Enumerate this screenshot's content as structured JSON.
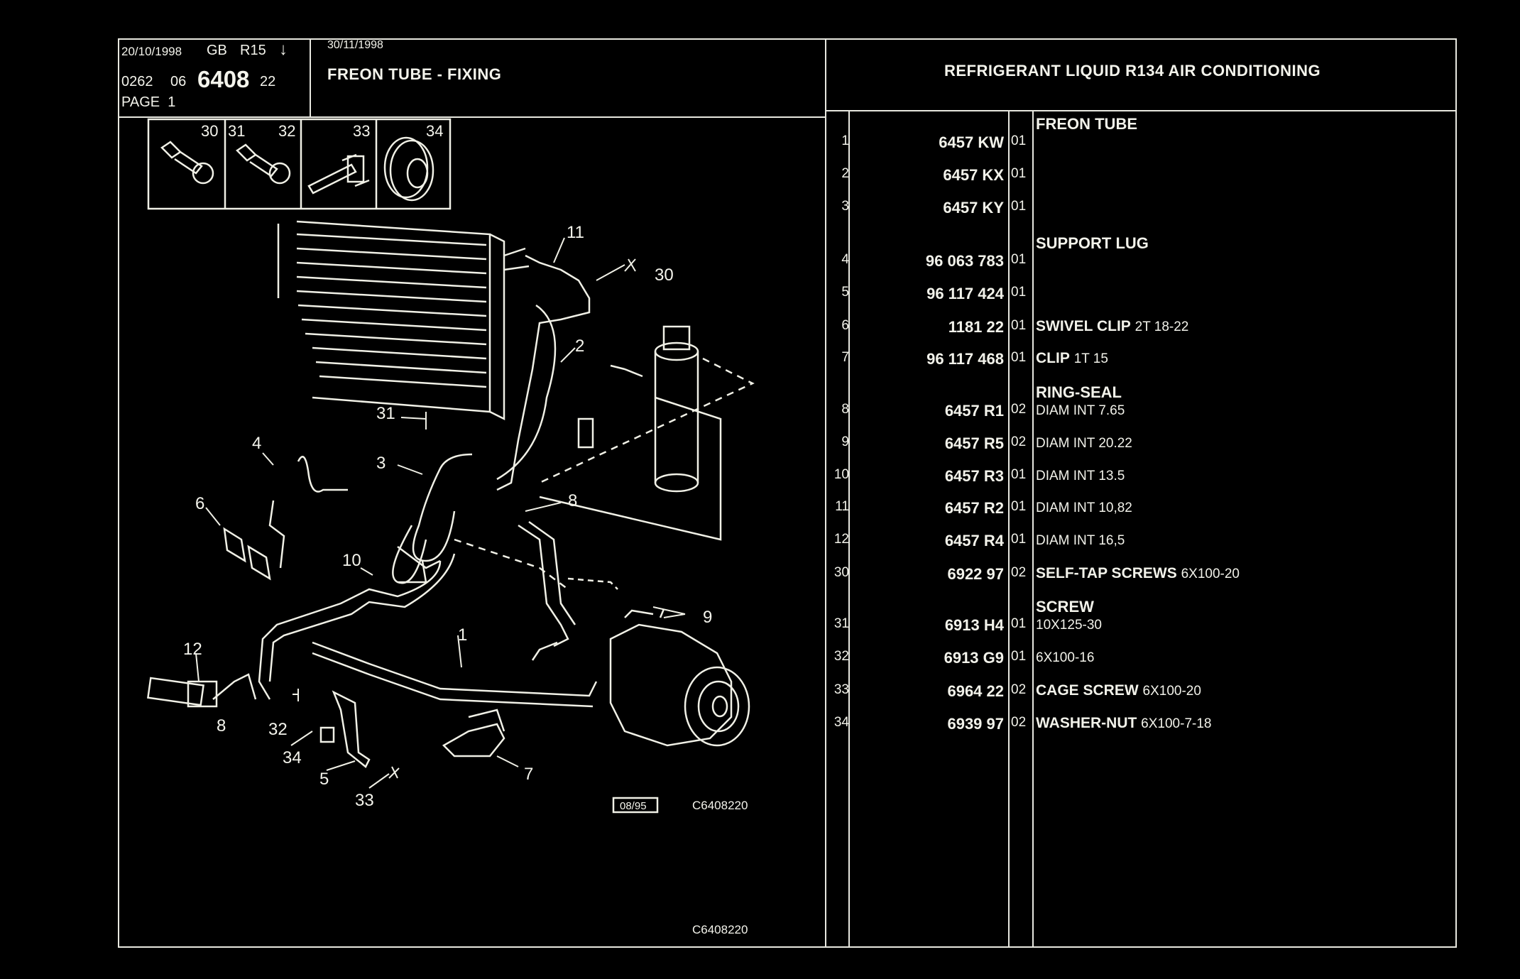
{
  "header": {
    "date1": "20/10/1998",
    "lang": "GB",
    "rev": "R15",
    "arrow": "↓",
    "code_a": "0262",
    "code_b": "06",
    "code_main": "6408",
    "code_c": "22",
    "page": "PAGE  1",
    "date2": "30/11/1998",
    "section_title": "FREON TUBE - FIXING",
    "main_title": "REFRIGERANT LIQUID R134 AIR CONDITIONING"
  },
  "inset_numbers": [
    "30",
    "31",
    "32",
    "33",
    "34"
  ],
  "callouts": [
    "11",
    "30",
    "2",
    "31",
    "3",
    "4",
    "6",
    "8",
    "10",
    "9",
    "12",
    "1",
    "8",
    "32",
    "34",
    "5",
    "33",
    "7"
  ],
  "diagram_date": "08/95",
  "diagram_code": "C6408220",
  "diagram_code_bottom": "C6408220",
  "parts": [
    {
      "group": "FREON TUBE"
    },
    {
      "n": "1",
      "ref": "6457 KW",
      "q": "01",
      "desc": "",
      "desc_small": ""
    },
    {
      "n": "2",
      "ref": "6457 KX",
      "q": "01",
      "desc": "",
      "desc_small": ""
    },
    {
      "n": "3",
      "ref": "6457 KY",
      "q": "01",
      "desc": "",
      "desc_small": ""
    },
    {
      "group": "SUPPORT LUG"
    },
    {
      "n": "4",
      "ref": "96 063 783",
      "q": "01",
      "desc": "",
      "desc_small": ""
    },
    {
      "n": "5",
      "ref": "96 117 424",
      "q": "01",
      "desc": "",
      "desc_small": ""
    },
    {
      "n": "6",
      "ref": "1181 22",
      "q": "01",
      "desc": "SWIVEL CLIP",
      "desc_small": "2T 18-22"
    },
    {
      "n": "7",
      "ref": "96 117 468",
      "q": "01",
      "desc": "CLIP",
      "desc_small": "1T 15"
    },
    {
      "group": "RING-SEAL"
    },
    {
      "n": "8",
      "ref": "6457 R1",
      "q": "02",
      "desc": "",
      "desc_small": "DIAM INT 7.65"
    },
    {
      "n": "9",
      "ref": "6457 R5",
      "q": "02",
      "desc": "",
      "desc_small": "DIAM INT 20.22"
    },
    {
      "n": "10",
      "ref": "6457 R3",
      "q": "01",
      "desc": "",
      "desc_small": "DIAM INT 13.5"
    },
    {
      "n": "11",
      "ref": "6457 R2",
      "q": "01",
      "desc": "",
      "desc_small": "DIAM INT 10,82"
    },
    {
      "n": "12",
      "ref": "6457 R4",
      "q": "01",
      "desc": "",
      "desc_small": "DIAM INT 16,5"
    },
    {
      "n": "30",
      "ref": "6922 97",
      "q": "02",
      "desc": "SELF-TAP SCREWS",
      "desc_small": "6X100-20"
    },
    {
      "group": "SCREW"
    },
    {
      "n": "31",
      "ref": "6913 H4",
      "q": "01",
      "desc": "",
      "desc_small": "10X125-30"
    },
    {
      "n": "32",
      "ref": "6913 G9",
      "q": "01",
      "desc": "",
      "desc_small": "6X100-16"
    },
    {
      "n": "33",
      "ref": "6964 22",
      "q": "02",
      "desc": "CAGE SCREW",
      "desc_small": "6X100-20"
    },
    {
      "n": "34",
      "ref": "6939 97",
      "q": "02",
      "desc": "WASHER-NUT",
      "desc_small": "6X100-7-18"
    }
  ]
}
